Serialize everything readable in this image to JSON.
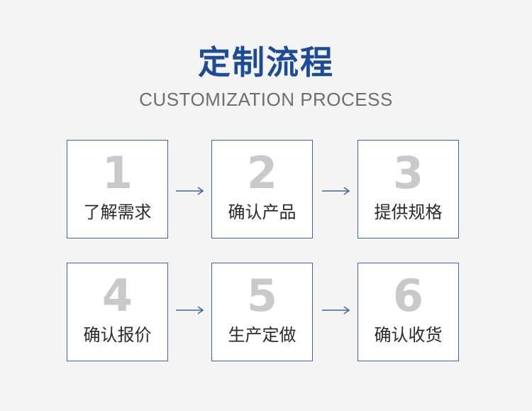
{
  "header": {
    "title": "定制流程",
    "subtitle": "CUSTOMIZATION PROCESS"
  },
  "steps": [
    {
      "number": "1",
      "label": "了解需求"
    },
    {
      "number": "2",
      "label": "确认产品"
    },
    {
      "number": "3",
      "label": "提供规格"
    },
    {
      "number": "4",
      "label": "确认报价"
    },
    {
      "number": "5",
      "label": "生产定做"
    },
    {
      "number": "6",
      "label": "确认收货"
    }
  ],
  "icons": {
    "arrow": "arrow-right-icon"
  },
  "colors": {
    "title": "#1c4c97",
    "border": "#3a66ad",
    "number": "#c9c9c9",
    "background": "#f4f4f4"
  }
}
